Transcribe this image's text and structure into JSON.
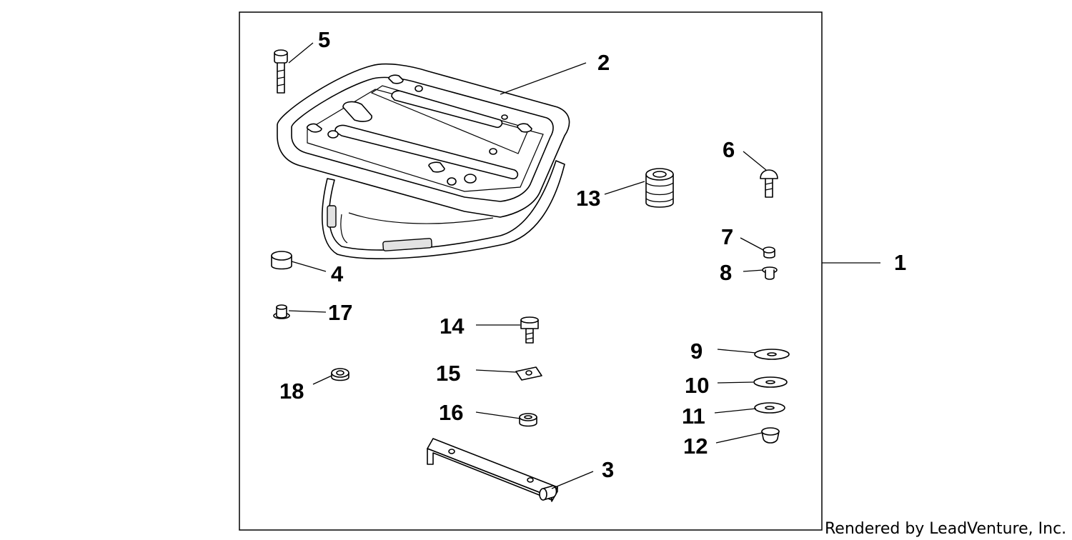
{
  "diagram": {
    "credit": "Rendered by LeadVenture, Inc.",
    "callouts": {
      "c1": "1",
      "c2": "2",
      "c3": "3",
      "c4": "4",
      "c5": "5",
      "c6": "6",
      "c7": "7",
      "c8": "8",
      "c9": "9",
      "c10": "10",
      "c11": "11",
      "c12": "12",
      "c13": "13",
      "c14": "14",
      "c15": "15",
      "c16": "16",
      "c17": "17",
      "c18": "18"
    },
    "colors": {
      "line": "#000000",
      "background": "#ffffff"
    }
  }
}
